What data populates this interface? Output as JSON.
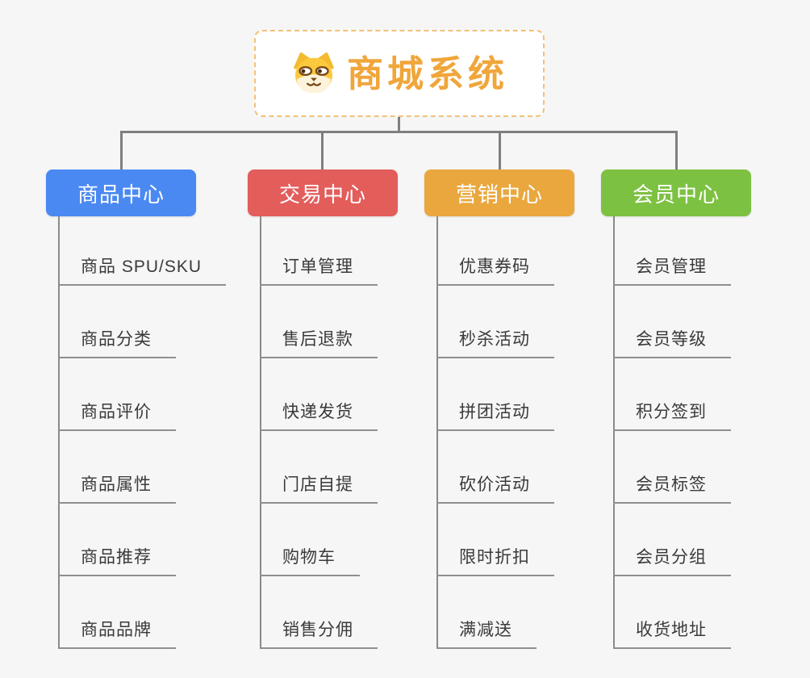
{
  "canvas": {
    "background": "#f6f6f6",
    "connector_color": "#7f7f7f",
    "underline_color": "#8f8f8f"
  },
  "root": {
    "title": "商城系统",
    "icon": "dog-face-icon",
    "text_color": "#f0a63b",
    "border_color": "#f2c178"
  },
  "branches": [
    {
      "label": "商品中心",
      "color": "#4a89f2",
      "children": [
        "商品 SPU/SKU",
        "商品分类",
        "商品评价",
        "商品属性",
        "商品推荐",
        "商品品牌"
      ]
    },
    {
      "label": "交易中心",
      "color": "#e35d5b",
      "children": [
        "订单管理",
        "售后退款",
        "快递发货",
        "门店自提",
        "购物车",
        "销售分佣"
      ]
    },
    {
      "label": "营销中心",
      "color": "#eaa73e",
      "children": [
        "优惠券码",
        "秒杀活动",
        "拼团活动",
        "砍价活动",
        "限时折扣",
        "满减送"
      ]
    },
    {
      "label": "会员中心",
      "color": "#7dc142",
      "children": [
        "会员管理",
        "会员等级",
        "积分签到",
        "会员标签",
        "会员分组",
        "收货地址"
      ]
    }
  ]
}
